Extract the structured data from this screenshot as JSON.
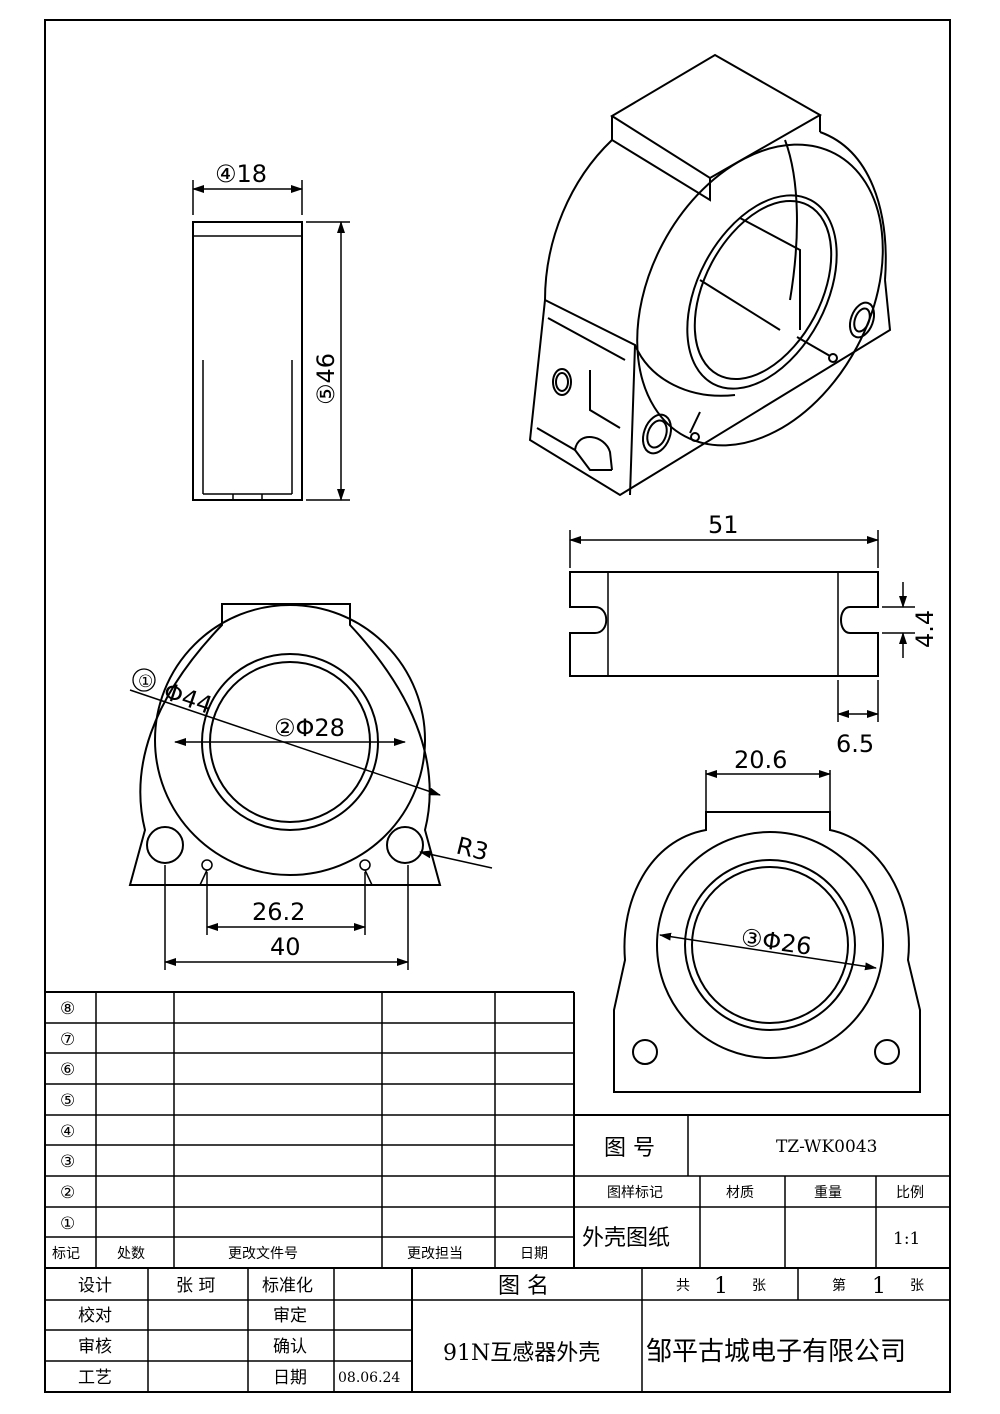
{
  "dimensions": {
    "top_width": "④18",
    "top_height": "⑤46",
    "front_outer": "①",
    "front_outer_value": "Φ44",
    "front_inner": "②Φ28",
    "front_radius": "R3",
    "front_pin_spacing": "26.2",
    "front_hole_spacing": "40",
    "side_length": "51",
    "side_slot": "4.4",
    "side_slot_depth": "6.5",
    "rear_width": "20.6",
    "rear_inner": "③Φ26"
  },
  "revision_table": {
    "rows": [
      "⑧",
      "⑦",
      "⑥",
      "⑤",
      "④",
      "③",
      "②",
      "①"
    ],
    "headers": [
      "标记",
      "处数",
      "更改文件号",
      "更改担当",
      "日期"
    ]
  },
  "title_block": {
    "drawing_no_label": "图 号",
    "drawing_no": "TZ-WK0043",
    "col_mark": "图样标记",
    "col_material": "材质",
    "col_weight": "重量",
    "col_scale": "比例",
    "mark_value": "外壳图纸",
    "scale_value": "1:1",
    "design_label": "设计",
    "designer": "张 珂",
    "check_label": "校对",
    "review_label": "审核",
    "process_label": "工艺",
    "standard_label": "标准化",
    "approve_label": "审定",
    "confirm_label": "确认",
    "date_label": "日期",
    "date_value": "08.06.24",
    "name_label": "图 名",
    "total_label": "共",
    "total_value": "1",
    "sheet_unit": "张",
    "page_label": "第",
    "page_value": "1",
    "sheet_unit2": "张",
    "part_name": "91N互感器外壳",
    "company": "邹平古城电子有限公司"
  }
}
